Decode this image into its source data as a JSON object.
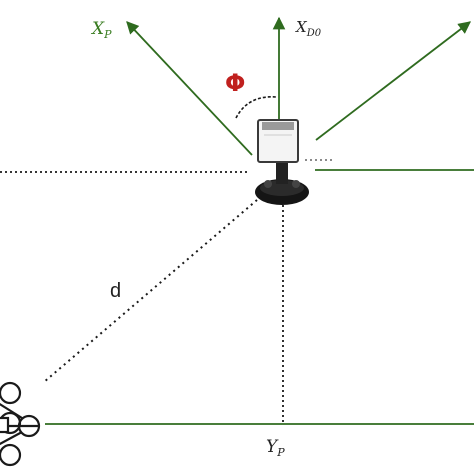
{
  "labels": {
    "xp_main": "X",
    "xp_sub": "P",
    "xd0_main": "X",
    "xd0_sub": "D0",
    "phi": "Φ",
    "distance": "d",
    "yp_main": "Y",
    "yp_sub": "P"
  },
  "colors": {
    "axis_green": "#2f6b1f",
    "axis_label_green": "#3a7d22",
    "angle_red": "#c0201e",
    "dotted": "#1a1a1a",
    "robot_body": "#1a1a1a",
    "robot_frame": "#f0f0f0"
  }
}
